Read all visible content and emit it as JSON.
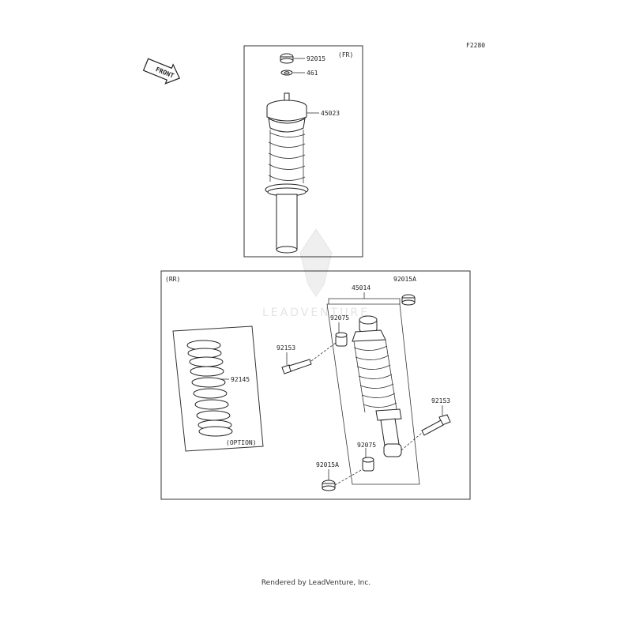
{
  "figure_id": "F2280",
  "front_label": "FRONT",
  "front": {
    "section_label": "(FR)",
    "parts": [
      {
        "number": "92015"
      },
      {
        "number": "461"
      },
      {
        "number": "45023"
      }
    ]
  },
  "rear": {
    "section_label": "(RR)",
    "option_label": "(OPTION)",
    "parts": {
      "shock_assembly": "45014",
      "nut_top": "92015A",
      "bushing_top": "92075",
      "bolt_left": "92153",
      "spring_option": "92145",
      "bolt_right": "92153",
      "bushing_bottom": "92075",
      "nut_bottom": "92015A"
    }
  },
  "watermark": "LEADVENTURE",
  "footer": "Rendered by LeadVenture, Inc."
}
